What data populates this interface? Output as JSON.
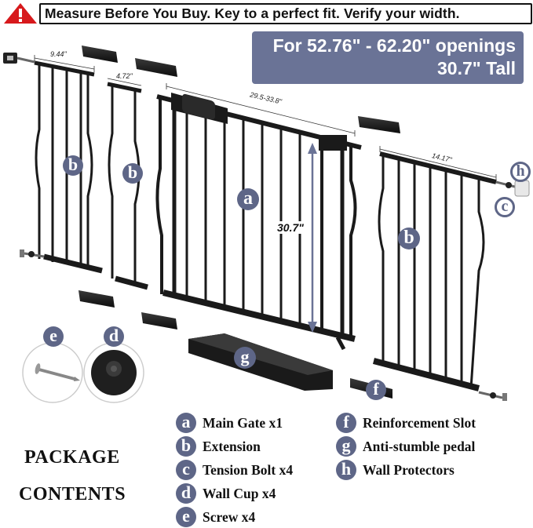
{
  "banner": {
    "warning_icon": "warning-triangle-icon",
    "text": "Measure Before You Buy. Key to a perfect fit. Verify your width."
  },
  "opening": {
    "line1": "For 52.76\" - 62.20\" openings",
    "line2": "30.7\" Tall"
  },
  "dimensions": {
    "extension_large": "9.44\"",
    "extension_small": "4.72\"",
    "main_gate_width": "29.5-33.8\"",
    "extension_right": "14.17\"",
    "height": "30.7\""
  },
  "part_letters": {
    "main_gate": "a",
    "extension": "b",
    "tension_bolt": "c",
    "wall_cup": "d",
    "screw": "e",
    "reinforcement_slot": "f",
    "pedal": "g",
    "wall_protector": "h"
  },
  "package": {
    "line1": "PACKAGE",
    "line2": "CONTENTS"
  },
  "legend": [
    {
      "letter": "a",
      "label": "Main Gate x1"
    },
    {
      "letter": "b",
      "label": "Extension"
    },
    {
      "letter": "c",
      "label": "Tension Bolt x4"
    },
    {
      "letter": "d",
      "label": "Wall Cup x4"
    },
    {
      "letter": "e",
      "label": "Screw x4"
    },
    {
      "letter": "f",
      "label": "Reinforcement Slot"
    },
    {
      "letter": "g",
      "label": "Anti-stumble pedal"
    },
    {
      "letter": "h",
      "label": "Wall Protectors"
    }
  ],
  "colors": {
    "badge": "#5e6687",
    "opening_box": "#6a7396",
    "warning": "#d7191c",
    "metal": "#1a1a1a"
  }
}
